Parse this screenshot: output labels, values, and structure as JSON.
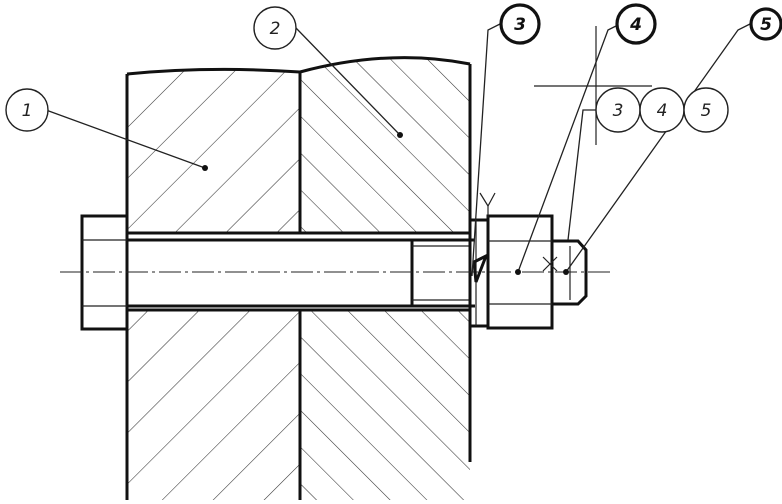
{
  "callouts": {
    "part_1": "1",
    "part_2": "2",
    "part_3": "3",
    "part_4": "4",
    "part_5": "5"
  },
  "alt_callouts": {
    "a": "3",
    "b": "4",
    "c": "5"
  },
  "markers": {
    "y_mark": "Y",
    "x_mark": "X"
  }
}
